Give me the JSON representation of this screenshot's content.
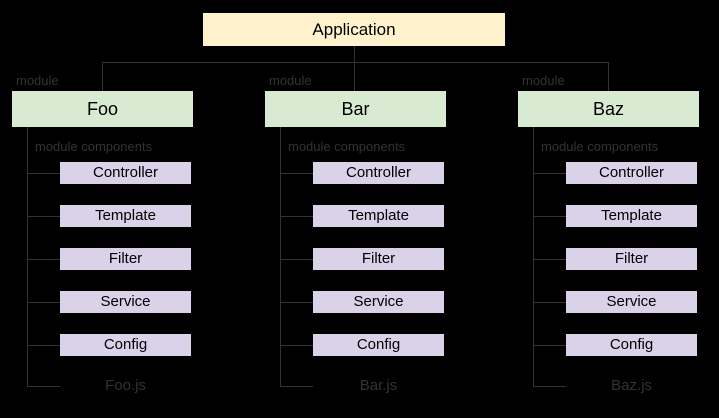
{
  "diagram": {
    "application": {
      "label": "Application"
    },
    "labels": {
      "module": "module",
      "module_components": "module components"
    },
    "columns": [
      {
        "name": "Foo",
        "file": "Foo.js",
        "components": [
          "Controller",
          "Template",
          "Filter",
          "Service",
          "Config"
        ]
      },
      {
        "name": "Bar",
        "file": "Bar.js",
        "components": [
          "Controller",
          "Template",
          "Filter",
          "Service",
          "Config"
        ]
      },
      {
        "name": "Baz",
        "file": "Baz.js",
        "components": [
          "Controller",
          "Template",
          "Filter",
          "Service",
          "Config"
        ]
      }
    ],
    "colors": {
      "background": "#000000",
      "application_fill": "#FFF2CC",
      "module_fill": "#D9EAD3",
      "component_fill": "#D9D2E9",
      "box_text": "#000000",
      "line": "#333333",
      "faint_text": "#333333"
    }
  }
}
